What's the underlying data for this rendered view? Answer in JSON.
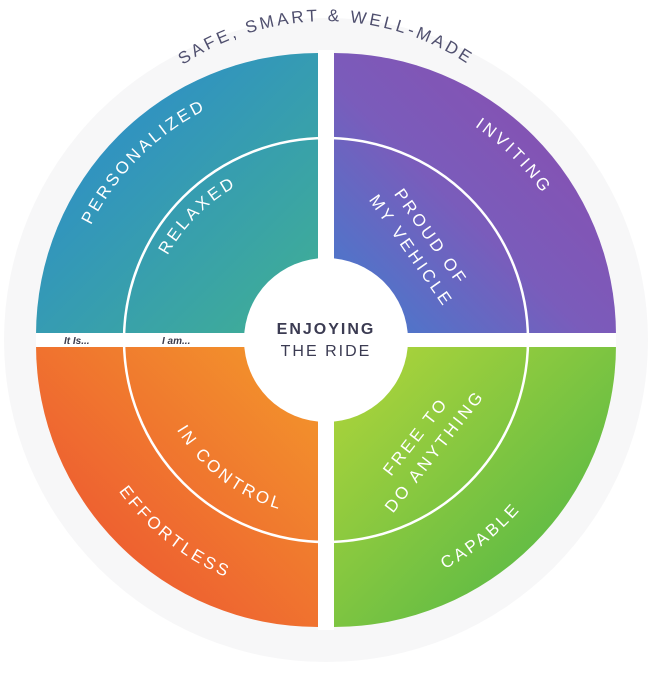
{
  "outer_arc_label": "SAFE, SMART & WELL-MADE",
  "center": {
    "line1": "ENJOYING",
    "line2": "THE RIDE"
  },
  "gap_labels": {
    "outer": "It Is...",
    "inner": "I am..."
  },
  "quadrants": {
    "top_left": {
      "outer": "PERSONALIZED",
      "inner": "RELAXED"
    },
    "top_right": {
      "outer": "INVITING",
      "inner_line1": "PROUD OF",
      "inner_line2": "MY VEHICLE"
    },
    "bottom_left": {
      "outer": "EFFORTLESS",
      "inner": "IN CONTROL"
    },
    "bottom_right": {
      "outer": "CAPABLE",
      "inner_line1": "FREE TO",
      "inner_line2": "DO ANYTHING"
    }
  },
  "colors": {
    "blue": "#2a8fd0",
    "teal": "#3aa79c",
    "purple": "#8a4fb3",
    "indigo": "#4f6ac7",
    "orange_red": "#ee5532",
    "orange": "#f28a2c",
    "green": "#5cbf45",
    "lime": "#9ad03a",
    "ring_line": "#ffffff",
    "text_dark": "#4f4f6e"
  }
}
